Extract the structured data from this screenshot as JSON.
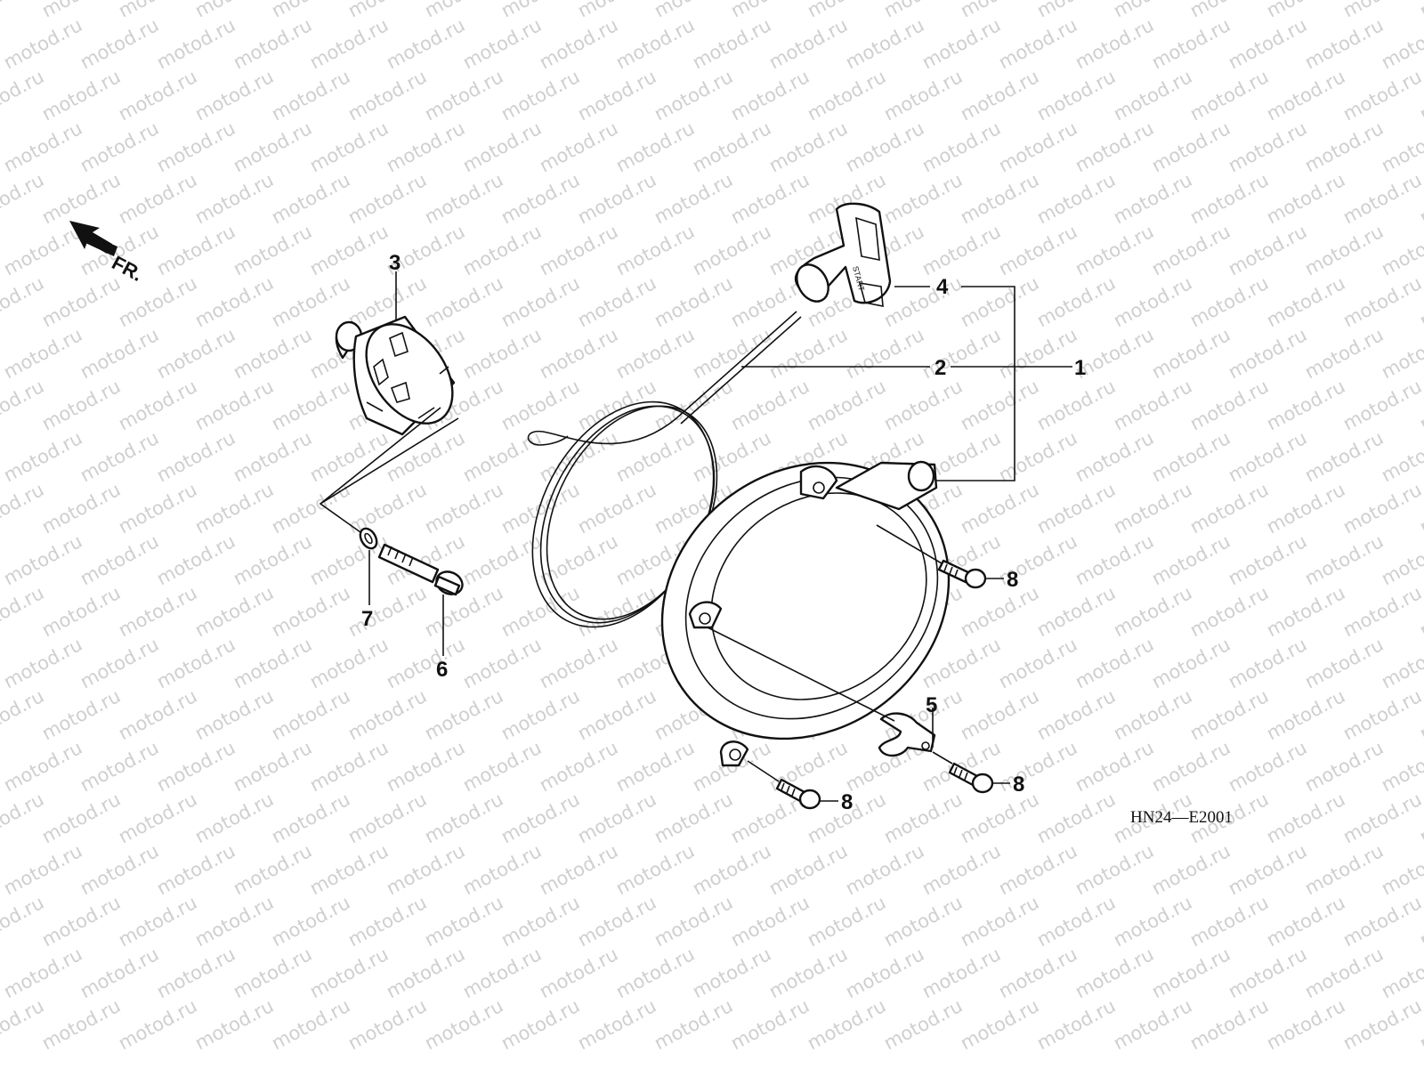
{
  "watermark": {
    "text": "motod.ru",
    "color": "#cfcfcf"
  },
  "direction_arrow": {
    "label": "FR.",
    "icon": "front-direction-arrow-icon"
  },
  "callouts": {
    "c1": "1",
    "c2": "2",
    "c3": "3",
    "c4": "4",
    "c5": "5",
    "c6": "6",
    "c7": "7",
    "c8a": "8",
    "c8b": "8",
    "c8c": "8"
  },
  "handle_text": "START",
  "diagram_code": "HN24—E2001"
}
